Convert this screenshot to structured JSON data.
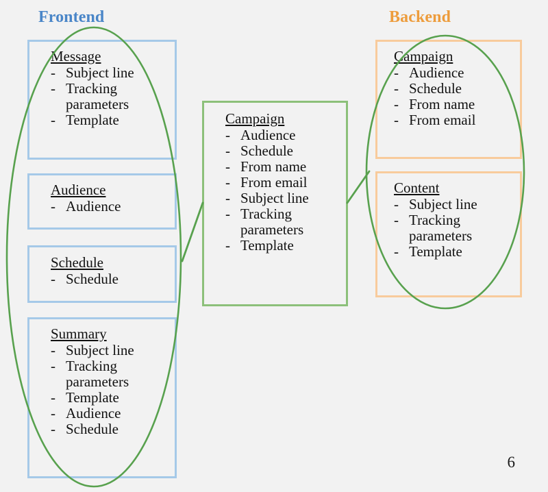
{
  "slide": {
    "page_number": "6",
    "background_color": "#f2f2f2"
  },
  "sections": {
    "frontend": {
      "title": "Frontend",
      "color": "#4a86c8",
      "box_border_color": "#a5c9e8"
    },
    "backend": {
      "title": "Backend",
      "color": "#ed9c3c",
      "box_border_color": "#f8cb9c"
    },
    "middle": {
      "box_border_color": "#8cc07a"
    }
  },
  "annotation": {
    "ellipse_color": "#58a14e",
    "connector_color": "#58a14e"
  },
  "boxes": {
    "message": {
      "title": "Message",
      "items": [
        "Subject line",
        "Tracking",
        "parameters",
        "Template"
      ],
      "bullets": [
        "-",
        "-",
        "",
        "-"
      ]
    },
    "audience": {
      "title": "Audience",
      "items": [
        "Audience"
      ],
      "bullets": [
        "-"
      ]
    },
    "schedule": {
      "title": "Schedule",
      "items": [
        "Schedule"
      ],
      "bullets": [
        "-"
      ]
    },
    "summary": {
      "title": "Summary",
      "items": [
        "Subject line",
        "Tracking",
        "parameters",
        "Template",
        "Audience",
        "Schedule"
      ],
      "bullets": [
        "-",
        "-",
        "",
        "-",
        "-",
        "-"
      ]
    },
    "campaign_middle": {
      "title": "Campaign",
      "items": [
        "Audience",
        "Schedule",
        "From name",
        "From email",
        "Subject line",
        "Tracking",
        "parameters",
        "Template"
      ],
      "bullets": [
        "-",
        "-",
        "-",
        "-",
        "-",
        "-",
        "",
        "-"
      ]
    },
    "campaign_backend": {
      "title": "Campaign",
      "items": [
        "Audience",
        "Schedule",
        "From name",
        "From email"
      ],
      "bullets": [
        "-",
        "-",
        "-",
        "-"
      ]
    },
    "content_backend": {
      "title": "Content",
      "items": [
        "Subject line",
        "Tracking",
        "parameters",
        "Template"
      ],
      "bullets": [
        "-",
        "-",
        "",
        "-"
      ]
    }
  }
}
